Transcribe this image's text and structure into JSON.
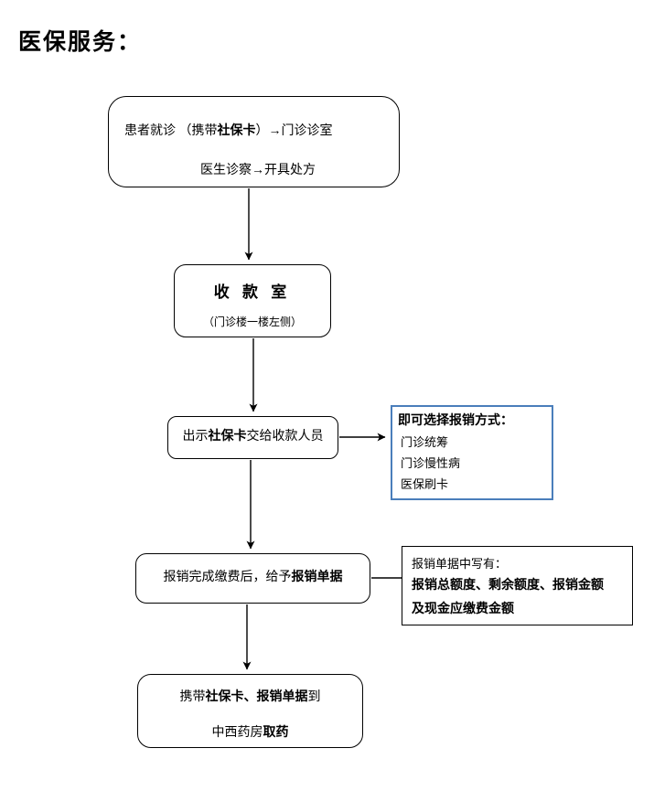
{
  "title": "医保服务：",
  "colors": {
    "ink": "#000000",
    "note_border_blue": "#4a7ebb",
    "background": "#ffffff"
  },
  "flow": {
    "box1": {
      "line1_pre": "患者就诊 （携带",
      "line1_bold": "社保卡",
      "line1_post": "）→门诊诊室",
      "line2": "医生诊察→开具处方"
    },
    "box2": {
      "title": "收 款 室",
      "subtitle": "（门诊楼一楼左侧）"
    },
    "box3": {
      "pre": "出示",
      "bold": "社保卡",
      "post": "交给收款人员"
    },
    "note1": {
      "title": "即可选择报销方式：",
      "items": [
        "门诊统筹",
        "门诊慢性病",
        "医保刷卡"
      ]
    },
    "box4": {
      "pre": "报销完成缴费后，给予",
      "bold": "报销单据"
    },
    "note2": {
      "intro": "报销单据中写有：",
      "bold_line1": "报销总额度、剩余额度、报销金额",
      "bold_line2": "及现金应缴费金额"
    },
    "box5": {
      "line1_pre": "携带",
      "line1_bold": "社保卡、报销单据",
      "line1_post": "到",
      "line2_pre": "中西药房",
      "line2_bold": "取药"
    }
  }
}
